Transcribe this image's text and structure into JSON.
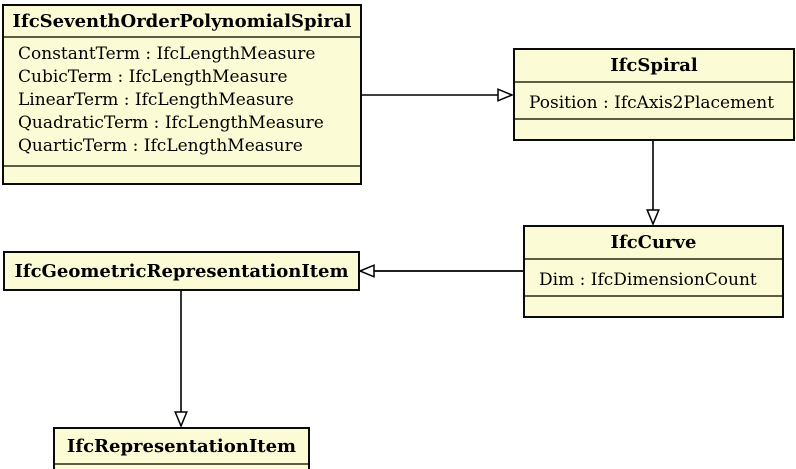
{
  "diagram": {
    "kind": "uml-class-inheritance-diagram",
    "colors": {
      "box_fill": "#FBFBD5",
      "box_border": "#0A0A0A",
      "compartment_separator": "#5E5D45",
      "background": "#FFFFFF",
      "arrow": "#000000"
    },
    "classes": {
      "seventh_order_polynomial_spiral": {
        "name": "IfcSeventhOrderPolynomialSpiral",
        "attributes": [
          "ConstantTerm : IfcLengthMeasure",
          "CubicTerm : IfcLengthMeasure",
          "LinearTerm : IfcLengthMeasure",
          "QuadraticTerm : IfcLengthMeasure",
          "QuarticTerm : IfcLengthMeasure"
        ]
      },
      "spiral": {
        "name": "IfcSpiral",
        "attributes": [
          "Position : IfcAxis2Placement"
        ]
      },
      "curve": {
        "name": "IfcCurve",
        "attributes": [
          "Dim : IfcDimensionCount"
        ]
      },
      "geometric_representation_item": {
        "name": "IfcGeometricRepresentationItem",
        "attributes": []
      },
      "representation_item": {
        "name": "IfcRepresentationItem",
        "attributes": []
      }
    },
    "relations": [
      {
        "from": "IfcSeventhOrderPolynomialSpiral",
        "to": "IfcSpiral",
        "type": "generalization"
      },
      {
        "from": "IfcSpiral",
        "to": "IfcCurve",
        "type": "generalization"
      },
      {
        "from": "IfcCurve",
        "to": "IfcGeometricRepresentationItem",
        "type": "generalization"
      },
      {
        "from": "IfcGeometricRepresentationItem",
        "to": "IfcRepresentationItem",
        "type": "generalization"
      }
    ]
  }
}
